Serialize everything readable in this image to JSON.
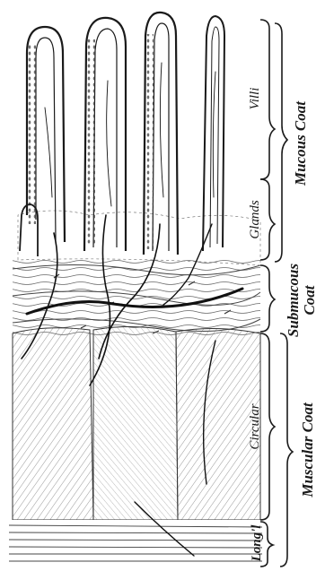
{
  "labels": {
    "villi": "Villi",
    "glands": "Glands",
    "mucous_coat": "Mucous Coat",
    "submucous": "Submucous",
    "coat": "Coat",
    "circular": "Circular",
    "longitudinal": "Long'l",
    "muscular_coat": "Muscular Coat"
  },
  "colors": {
    "ink": "#1a1a1a",
    "paper": "#ffffff",
    "hatch": "#6b6b6b"
  }
}
